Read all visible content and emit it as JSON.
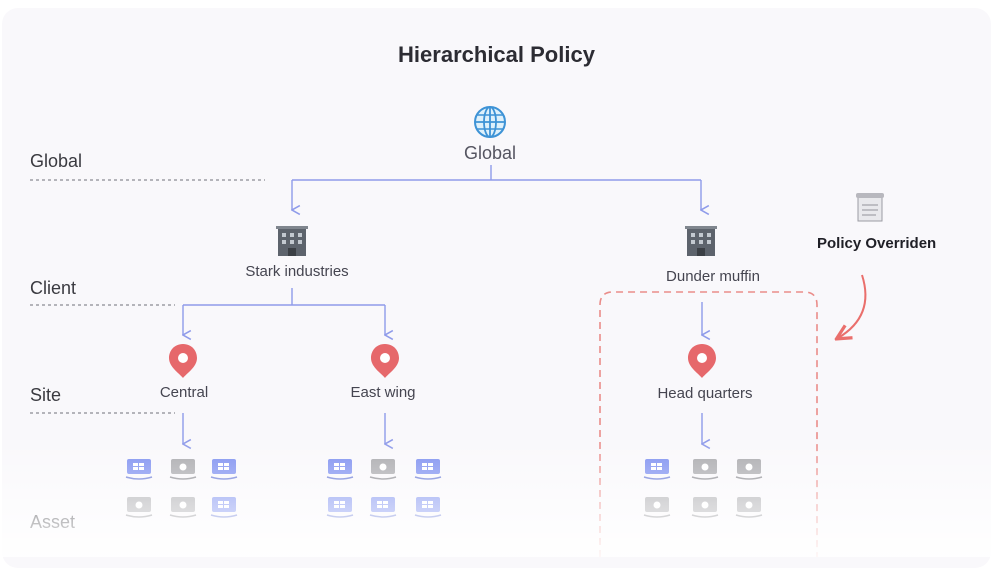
{
  "title": "Hierarchical Policy",
  "levels": [
    "Global",
    "Client",
    "Site",
    "Asset"
  ],
  "nodes": {
    "global": "Global",
    "client1": "Stark industries",
    "client2": "Dunder muffin",
    "site1": "Central",
    "site2": "East wing",
    "site3": "Head quarters"
  },
  "annotation": "Policy Overriden",
  "icons": {
    "global": "globe-icon",
    "client": "building-icon",
    "site": "location-pin-icon",
    "asset_windows": "windows-laptop-icon",
    "asset_mac": "apple-laptop-icon",
    "annotation": "document-icon"
  },
  "colors": {
    "connector": "#8f9bea",
    "pin": "#e6686b",
    "override": "#ea8d8a",
    "windows_laptop": "#7d8ff0",
    "mac_laptop": "#a9a9ad"
  }
}
